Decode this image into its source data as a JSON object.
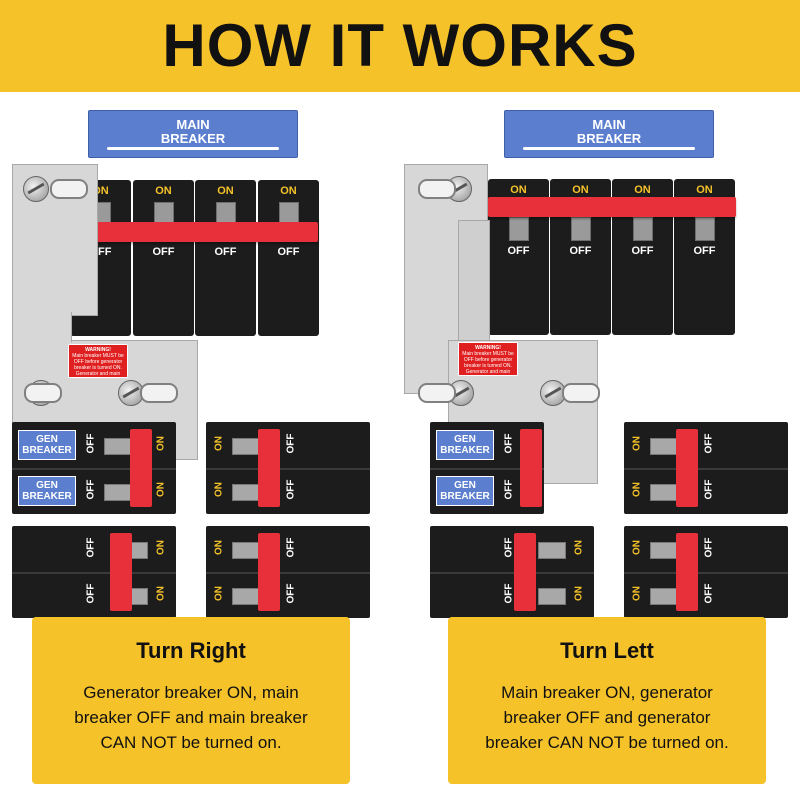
{
  "header": {
    "title": "HOW IT WORKS"
  },
  "colors": {
    "banner": "#f5c22a",
    "label_blue": "#5b7fce",
    "handle_red": "#e8303a",
    "breaker_black": "#1c1c1c",
    "on_text": "#f5c22a"
  },
  "icons": {
    "screw": "screw-icon",
    "slot": "slot-icon"
  },
  "left": {
    "main_label": {
      "line1": "MAIN",
      "line2": "BREAKER"
    },
    "main_breakers": [
      {
        "on": "ON",
        "off": "OFF"
      },
      {
        "on": "ON",
        "off": "OFF"
      },
      {
        "on": "ON",
        "off": "OFF"
      },
      {
        "on": "ON",
        "off": "OFF"
      }
    ],
    "warning": {
      "title": "WARNING!",
      "text": "Main breaker MUST be OFF before generator breaker is turned ON. Generator and main breakers must NEVER be ON at the same time!"
    },
    "gen_labels": [
      {
        "line1": "GEN",
        "line2": "BREAKER"
      },
      {
        "line1": "GEN",
        "line2": "BREAKER"
      }
    ],
    "card": {
      "title": "Turn Right",
      "lines": [
        "Generator breaker ON, main",
        "breaker OFF and main breaker",
        "CAN NOT be turned on."
      ]
    }
  },
  "right": {
    "main_label": {
      "line1": "MAIN",
      "line2": "BREAKER"
    },
    "main_breakers": [
      {
        "on": "ON",
        "off": "OFF"
      },
      {
        "on": "ON",
        "off": "OFF"
      },
      {
        "on": "ON",
        "off": "OFF"
      },
      {
        "on": "ON",
        "off": "OFF"
      }
    ],
    "warning": {
      "title": "WARNING!",
      "text": "Main breaker MUST be OFF before generator breaker is turned ON. Generator and main breakers must NEVER be ON at the same time!"
    },
    "gen_labels": [
      {
        "line1": "GEN",
        "line2": "BREAKER"
      },
      {
        "line1": "GEN",
        "line2": "BREAKER"
      }
    ],
    "card": {
      "title": "Turn Lett",
      "lines": [
        "Main breaker ON, generator",
        "breaker OFF and generator",
        "breaker CAN NOT be turned on."
      ]
    }
  },
  "branch": {
    "on": "ON",
    "off": "OFF"
  }
}
